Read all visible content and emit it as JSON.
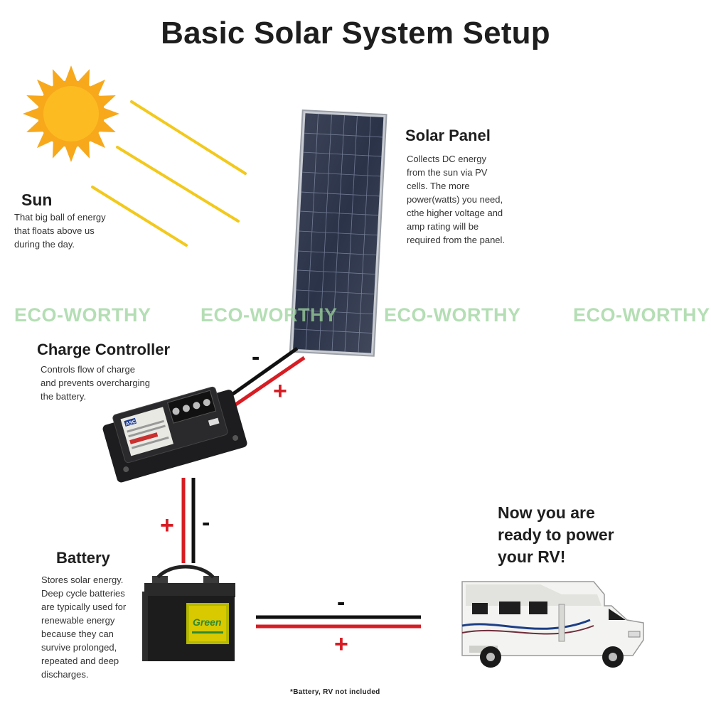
{
  "title": "Basic Solar System Setup",
  "sun": {
    "heading": "Sun",
    "description": "That big ball of energy\nthat floats above us\nduring the day."
  },
  "solar_panel": {
    "heading": "Solar Panel",
    "description": "Collects DC energy\nfrom the sun via PV\ncells.  The more\npower(watts) you need,\ncthe higher voltage and\namp rating will be\nrequired from the panel."
  },
  "charge_controller": {
    "heading": "Charge Controller",
    "description": "Controls flow of charge\nand prevents overcharging\nthe battery.",
    "device_label": "ASC"
  },
  "battery": {
    "heading": "Battery",
    "description": "Stores solar energy.\nDeep cycle batteries\nare typically used for\nrenewable energy\nbecause they can\nsurvive prolonged,\nrepeated and deep\ndischarges.",
    "brand_label": "Green"
  },
  "rv": {
    "callout": "Now you are\nready to power\nyour RV!"
  },
  "polarity": {
    "plus": "+",
    "minus": "-"
  },
  "watermarks": [
    "ECO-WORTHY",
    "ECO-WORTHY",
    "ECO-WORTHY",
    "ECO-WORTHY"
  ],
  "footnote": "*Battery, RV not included",
  "colors": {
    "sun": "#f7a81b",
    "sun_ray": "#f2c91c",
    "positive_wire": "#d71d24",
    "negative_wire": "#111111",
    "watermark": "#9cd49c",
    "panel_cell": "#2b3349"
  }
}
